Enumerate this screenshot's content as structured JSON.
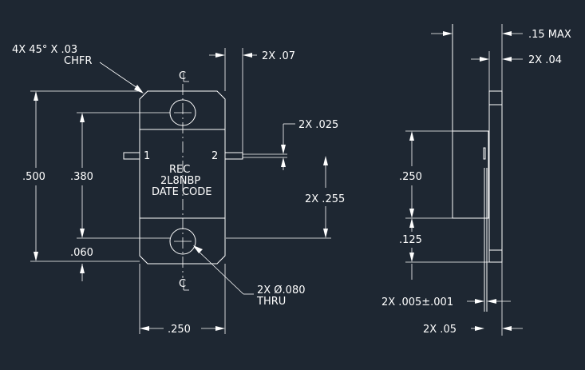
{
  "labels": {
    "chamfer_line1": "4X 45° X .03",
    "chamfer_line2": "CHFR",
    "lead_width": "2X .07",
    "lead_thickness_top": "2X .025",
    "lead_pos": "2X .255",
    "height_500": ".500",
    "height_380": ".380",
    "height_060": ".060",
    "width_250": ".250",
    "hole_line1": "2X Ø.080",
    "hole_line2": "THRU",
    "max_thick": ".15 MAX",
    "side_04": "2X .04",
    "side_250": ".250",
    "side_125": ".125",
    "lead_thk": "2X .005±.001",
    "side_05": "2X .05",
    "pin1": "1",
    "pin2": "2",
    "marking1": "REC",
    "marking2": "2L8NBP",
    "marking3": "DATE CODE",
    "centerline": "C"
  }
}
